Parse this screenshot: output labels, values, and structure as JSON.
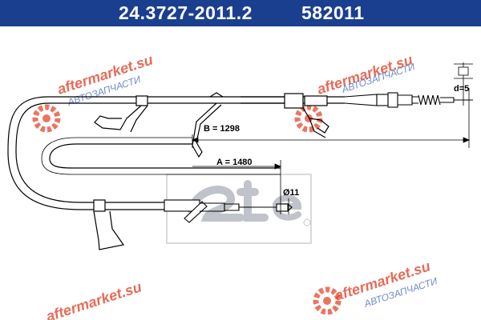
{
  "header": {
    "part_number": "24.3727-2011.2",
    "reference_number": "582011"
  },
  "dimensions": {
    "a_label": "A = 1480",
    "b_label": "B = 1298",
    "d_label": "d=5",
    "diameter_label": "Ø11"
  },
  "watermark": {
    "site": "aftermarket.su",
    "subtitle": "АВТОЗАПЧАСТИ"
  },
  "colors": {
    "header_bg": "#1b3f8f",
    "watermark_red": "#e03a1e",
    "watermark_blue": "#3d66b8",
    "line": "#000000"
  }
}
